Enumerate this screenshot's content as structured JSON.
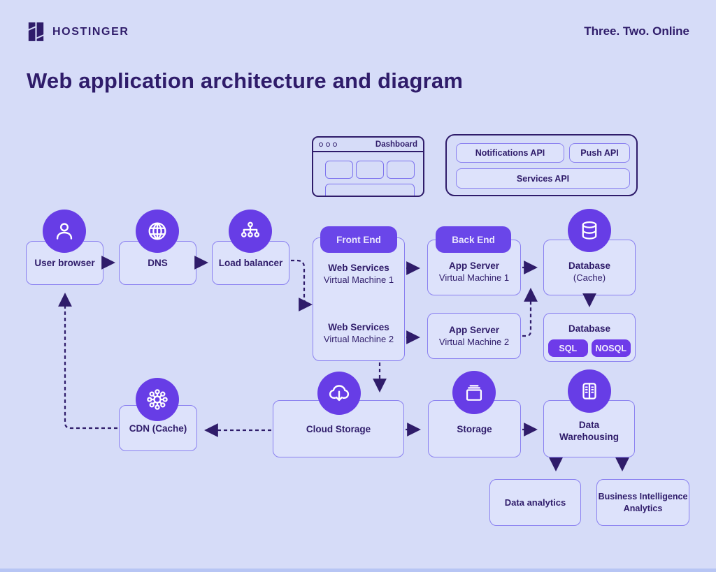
{
  "header": {
    "brand": "HOSTINGER",
    "tagline": "Three. Two. Online"
  },
  "title": "Web application architecture and diagram",
  "colors": {
    "background": "#d6dcf8",
    "accent_purple": "#673de6",
    "badge_purple": "#6e3be9",
    "dark_purple": "#2f1c6a",
    "light_border": "#8a80f0",
    "box_fill": "#dde2fb"
  },
  "browser_window": {
    "title": "Dashboard"
  },
  "api_panel": {
    "items": [
      "Notifications API",
      "Push API",
      "Services API"
    ]
  },
  "flow": {
    "user_browser": {
      "label": "User browser",
      "icon": "user-icon"
    },
    "dns": {
      "label": "DNS",
      "icon": "globe-icon"
    },
    "load_balancer": {
      "label": "Load balancer",
      "icon": "hierarchy-icon"
    },
    "web_services": {
      "badge": "Front End",
      "vm1": {
        "line1": "Web Services",
        "line2": "Virtual Machine 1"
      },
      "vm2": {
        "line1": "Web Services",
        "line2": "Virtual Machine 2"
      }
    },
    "app_server_1": {
      "badge": "Back End",
      "line1": "App Server",
      "line2": "Virtual Machine 1"
    },
    "app_server_2": {
      "line1": "App Server",
      "line2": "Virtual Machine 2"
    },
    "database_cache": {
      "line1": "Database",
      "line2": "(Cache)",
      "icon": "database-icon"
    },
    "database": {
      "label": "Database",
      "badges": [
        "SQL",
        "NOSQL"
      ]
    },
    "cdn": {
      "label": "CDN (Cache)",
      "icon": "network-icon"
    },
    "cloud_storage": {
      "label": "Cloud Storage",
      "icon": "cloud-download-icon"
    },
    "storage": {
      "label": "Storage",
      "icon": "storage-box-icon"
    },
    "data_warehousing": {
      "line1": "Data",
      "line2": "Warehousing",
      "icon": "cabinet-icon"
    },
    "data_analytics": {
      "label": "Data analytics"
    },
    "business_intelligence": {
      "line1": "Business Intelligence",
      "line2": "Analytics"
    }
  }
}
